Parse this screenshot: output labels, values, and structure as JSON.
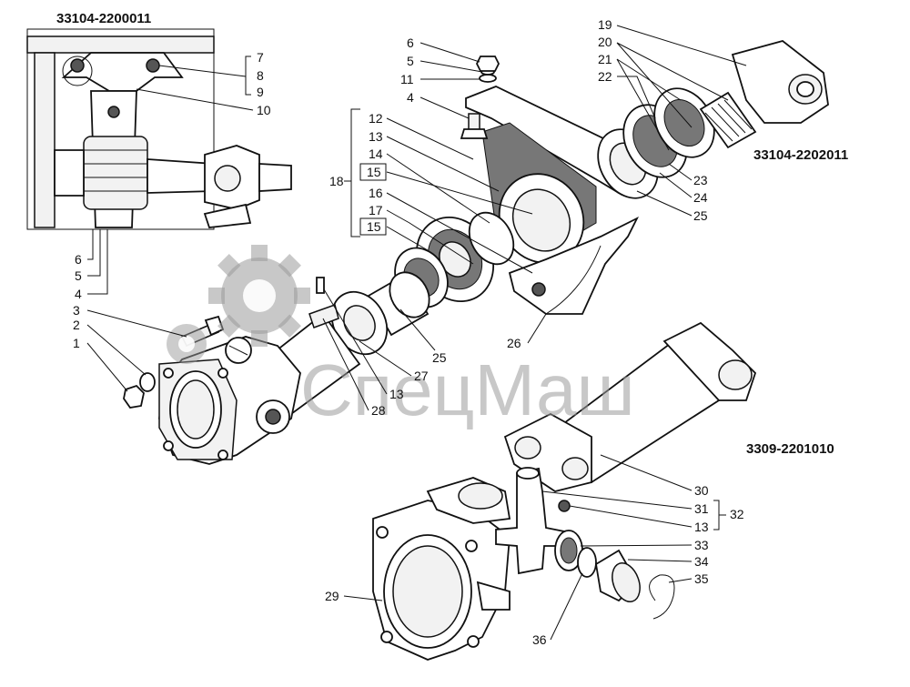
{
  "assembly_codes": {
    "top_left": "33104-2200011",
    "top_right": "33104-2202011",
    "middle_right": "3309-2201010"
  },
  "watermark": {
    "text": "СпецМаш",
    "icon": "gear-icon"
  },
  "callouts": {
    "n1": "1",
    "n2": "2",
    "n3": "3",
    "n4": "4",
    "n5": "5",
    "n6": "6",
    "n7": "7",
    "n8": "8",
    "n9": "9",
    "n10": "10",
    "n11": "11",
    "n12": "12",
    "n13": "13",
    "n14": "14",
    "n15": "15",
    "n16": "16",
    "n17": "17",
    "n18": "18",
    "n19": "19",
    "n20": "20",
    "n21": "21",
    "n22": "22",
    "n23": "23",
    "n24": "24",
    "n25": "25",
    "n26": "26",
    "n27": "27",
    "n28": "28",
    "n29": "29",
    "n30": "30",
    "n31": "31",
    "n32": "32",
    "n33": "33",
    "n34": "34",
    "n35": "35",
    "n36": "36"
  },
  "colors": {
    "line": "#111111",
    "watermark": "#9a9a9a",
    "background": "#ffffff"
  }
}
